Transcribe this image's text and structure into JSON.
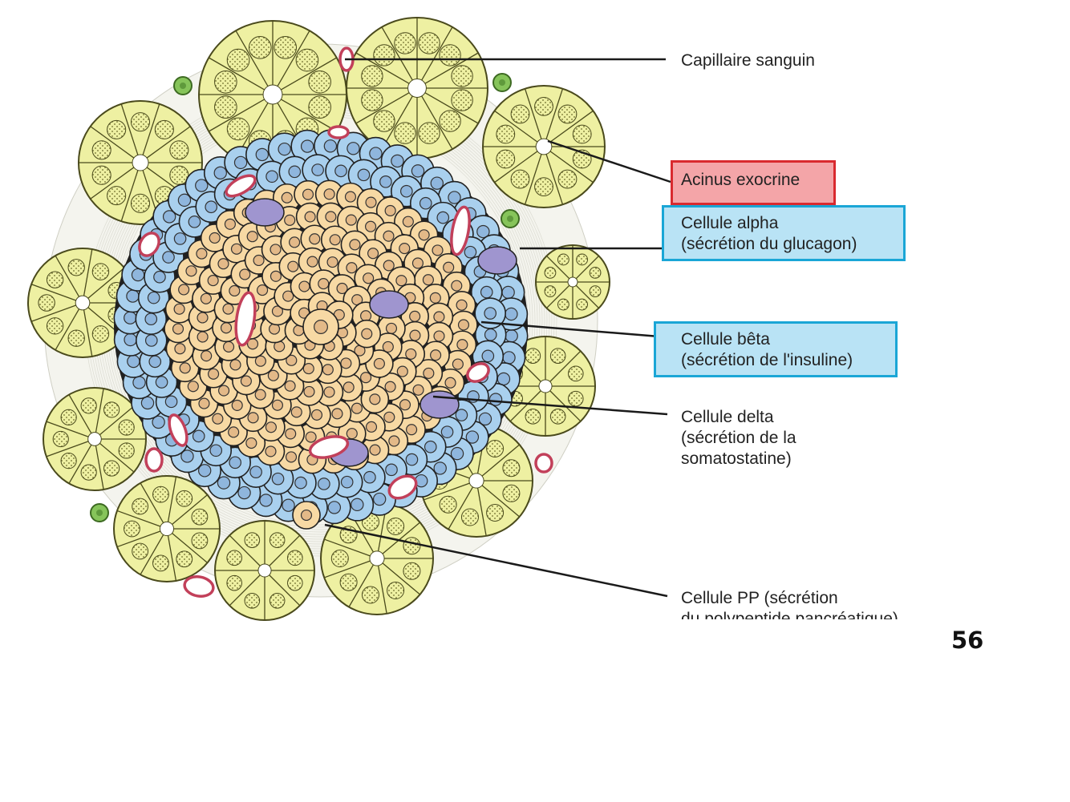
{
  "labels": {
    "capillaire": "Capillaire sanguin",
    "acinus": "Acinus exocrine",
    "alpha_1": "Cellule alpha",
    "alpha_2": "(sécrétion du glucagon)",
    "beta_1": "Cellule bêta",
    "beta_2": "(sécrétion de l'insuline)",
    "delta_1": "Cellule delta",
    "delta_2": "(sécrétion de la",
    "delta_3": "somatostatine)",
    "pp_1": "Cellule PP (sécrétion",
    "pp_2": "du polypeptide pancréatique)"
  },
  "page_number": "56",
  "colors": {
    "acinus_fill": "#eef0a2",
    "acinus_stroke": "#4a4a1c",
    "beta_cell": "#f7d9a4",
    "alpha_cell": "#a9d0ee",
    "delta_cell": "#9f95cf",
    "capillary": "#c2405a",
    "green_cell": "#86c45a",
    "red_box": "#d92a2f",
    "blue_box": "#1aa6d6"
  }
}
